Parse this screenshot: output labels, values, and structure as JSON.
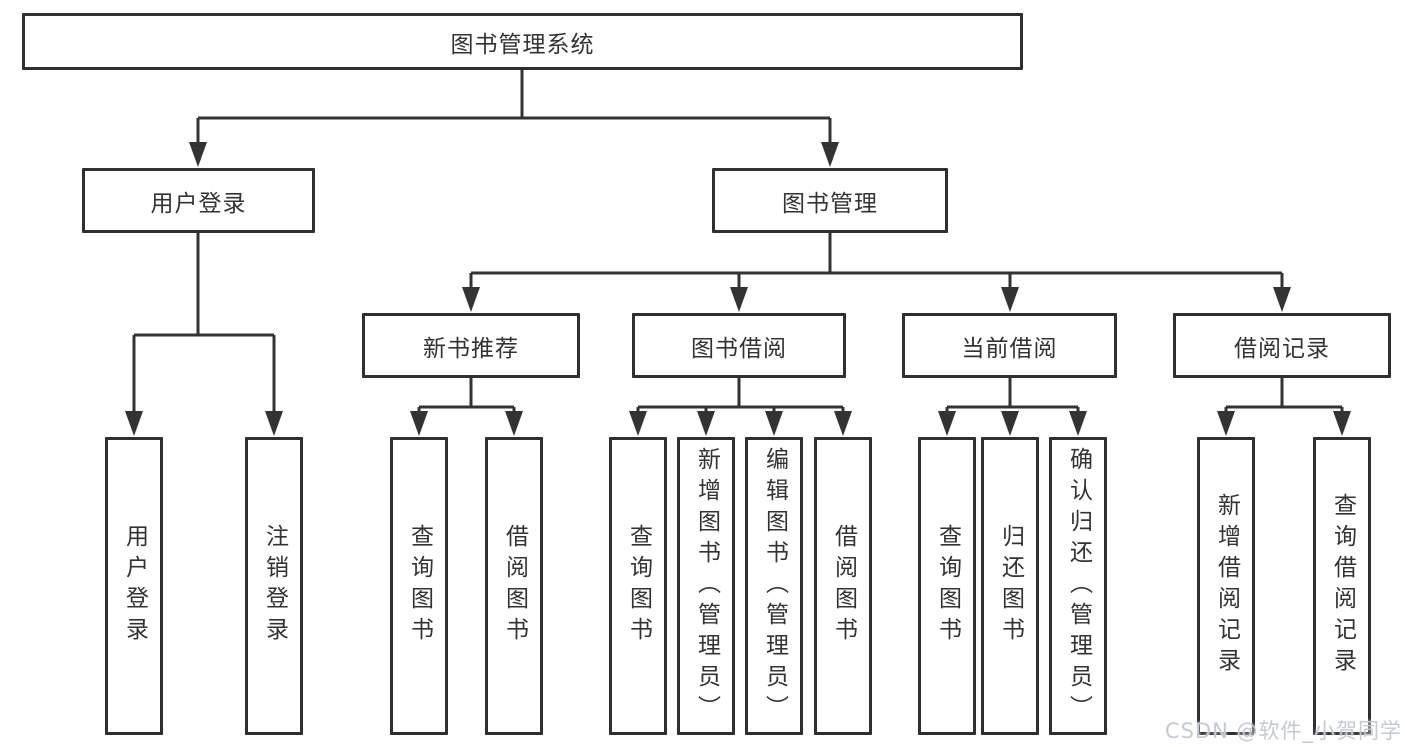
{
  "diagram": {
    "type": "hierarchy-tree",
    "colors": {
      "line": "#333333",
      "box_border": "#2f2f2f",
      "text": "#333333",
      "background": "#ffffff",
      "watermark_text": "#c6cad0"
    },
    "nodes": {
      "root": {
        "label": "图书管理系统"
      },
      "user_login": {
        "label": "用户登录"
      },
      "book_mgmt": {
        "label": "图书管理"
      },
      "new_book_rec": {
        "label": "新书推荐"
      },
      "book_borrow": {
        "label": "图书借阅"
      },
      "current_borrow": {
        "label": "当前借阅"
      },
      "borrow_records": {
        "label": "借阅记录"
      },
      "leaf_user_login": {
        "label": "用户登录"
      },
      "leaf_logout": {
        "label": "注销登录"
      },
      "leaf_query_book_rec": {
        "label": "查询图书"
      },
      "leaf_borrow_book_rec": {
        "label": "借阅图书"
      },
      "leaf_query_book_borrow": {
        "label": "查询图书"
      },
      "leaf_add_book": {
        "label": "新增图书（管理员）"
      },
      "leaf_edit_book": {
        "label": "编辑图书（管理员）"
      },
      "leaf_borrow_book_borrow": {
        "label": "借阅图书"
      },
      "leaf_query_book_current": {
        "label": "查询图书"
      },
      "leaf_return_book": {
        "label": "归还图书"
      },
      "leaf_confirm_return": {
        "label": "确认归还（管理员）"
      },
      "leaf_add_borrow_record": {
        "label": "新增借阅记录"
      },
      "leaf_query_borrow_record": {
        "label": "查询借阅记录"
      }
    },
    "hierarchy": {
      "图书管理系统": [
        "用户登录",
        "图书管理"
      ],
      "用户登录": [
        "用户登录",
        "注销登录"
      ],
      "图书管理": [
        "新书推荐",
        "图书借阅",
        "当前借阅",
        "借阅记录"
      ],
      "新书推荐": [
        "查询图书",
        "借阅图书"
      ],
      "图书借阅": [
        "查询图书",
        "新增图书（管理员）",
        "编辑图书（管理员）",
        "借阅图书"
      ],
      "当前借阅": [
        "查询图书",
        "归还图书",
        "确认归还（管理员）"
      ],
      "借阅记录": [
        "新增借阅记录",
        "查询借阅记录"
      ]
    },
    "watermark": {
      "text": "CSDN @软件_小贺同学"
    }
  }
}
